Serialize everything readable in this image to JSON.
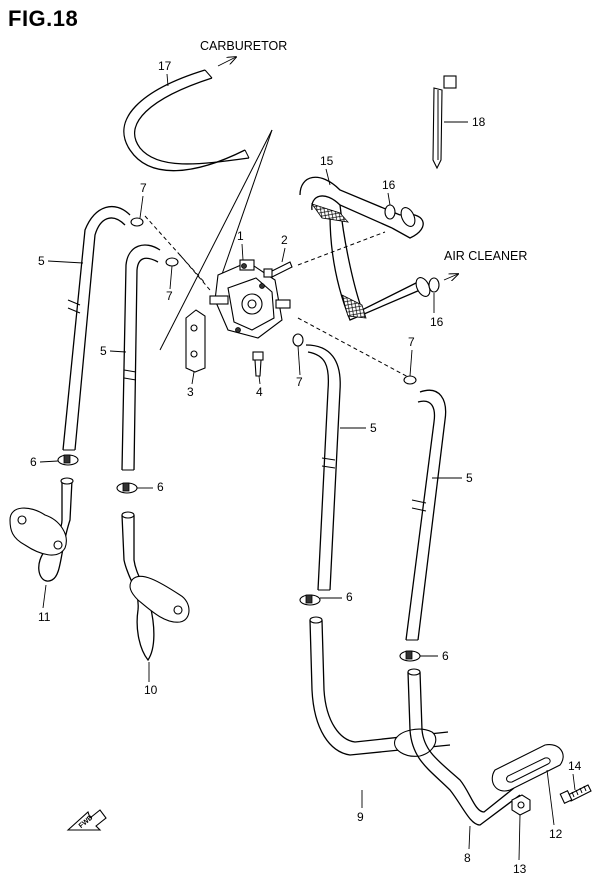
{
  "figure": {
    "title": "FIG.18"
  },
  "directions": {
    "carburetor": "CARBURETOR",
    "air_cleaner": "AIR CLEANER"
  },
  "callouts": {
    "p1": "1",
    "p2": "2",
    "p3": "3",
    "p4": "4",
    "p5a": "5",
    "p5b": "5",
    "p5c": "5",
    "p5d": "5",
    "p6a": "6",
    "p6b": "6",
    "p6c": "6",
    "p6d": "6",
    "p7a": "7",
    "p7b": "7",
    "p7c": "7",
    "p7d": "7",
    "p8": "8",
    "p9": "9",
    "p10": "10",
    "p11": "11",
    "p12": "12",
    "p13": "13",
    "p14": "14",
    "p15": "15",
    "p16a": "16",
    "p16b": "16",
    "p17": "17",
    "p18": "18"
  },
  "fwd_mark": "FWD"
}
